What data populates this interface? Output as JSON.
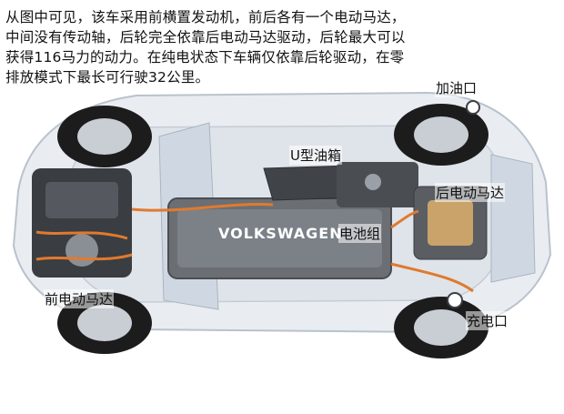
{
  "caption": {
    "lines": [
      "从图中可见，该车采用前横置发动机，前后各有一个电动马达，",
      "中间没有传动轴，后轮完全依靠后电动马达驱动，后轮最大可以",
      "获得116马力的动力。在纯电状态下车辆仅依靠后轮驱动，在零",
      "排放模式下最长可行驶32公里。"
    ]
  },
  "labels": {
    "fuel_inlet": "加油口",
    "u_tank": "U型油箱",
    "rear_motor": "后电动马达",
    "battery": "电池组",
    "front_motor": "前电动马达",
    "charge_port": "充电口"
  },
  "battery_brand": "VOLKSWAGEN",
  "colors": {
    "body": "#e9edf2",
    "body_edge": "#b9c2cc",
    "battery": "#6b6f74",
    "cable": "#e07a2e",
    "tire": "#1c1c1c",
    "rim": "#c9ced4"
  }
}
